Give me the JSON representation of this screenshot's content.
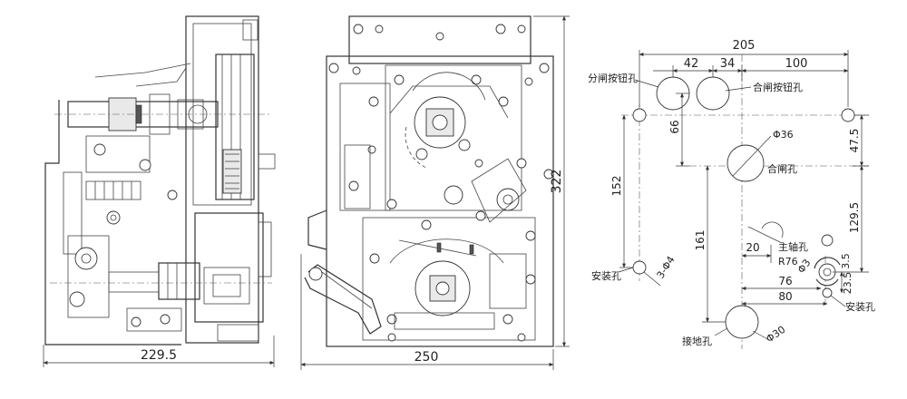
{
  "left_view": {
    "width_label": "229.5"
  },
  "front_view": {
    "width_label": "250",
    "height_label": "322"
  },
  "hole_layout": {
    "dims": {
      "d205": "205",
      "d42": "42",
      "d34": "34",
      "d100": "100",
      "d66": "66",
      "d47_5": "47.5",
      "d152": "152",
      "d129_5": "129.5",
      "d161": "161",
      "d20": "20",
      "d76": "76",
      "d80": "80",
      "d23_5": "23.5",
      "d3_5": "3.5"
    },
    "labels": {
      "open_button_hole": "分闸按钮孔",
      "close_button_hole": "合闸按钮孔",
      "phi36": "Φ36",
      "close_hole": "合闸孔",
      "main_shaft_hole": "主轴孔",
      "r76": "R76",
      "mount_hole_left": "安装孔",
      "three_phi4": "3-Φ4",
      "phi3": "Φ3",
      "mount_hole_right": "安装孔",
      "ground_hole": "接地孔",
      "phi30": "Φ30"
    }
  }
}
